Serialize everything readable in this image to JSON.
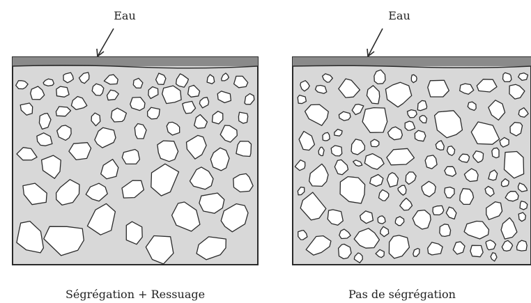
{
  "panels": [
    {
      "id": "segregation",
      "water_label": "Eau",
      "caption": "Ségrégation + Ressuage"
    },
    {
      "id": "no-segregation",
      "water_label": "Eau",
      "caption": "Pas de ségrégation"
    }
  ],
  "colors": {
    "water": "#8a8a8a",
    "matrix": "#d8d8d8",
    "aggregate": "#ffffff",
    "stroke": "#2a2a2a"
  }
}
